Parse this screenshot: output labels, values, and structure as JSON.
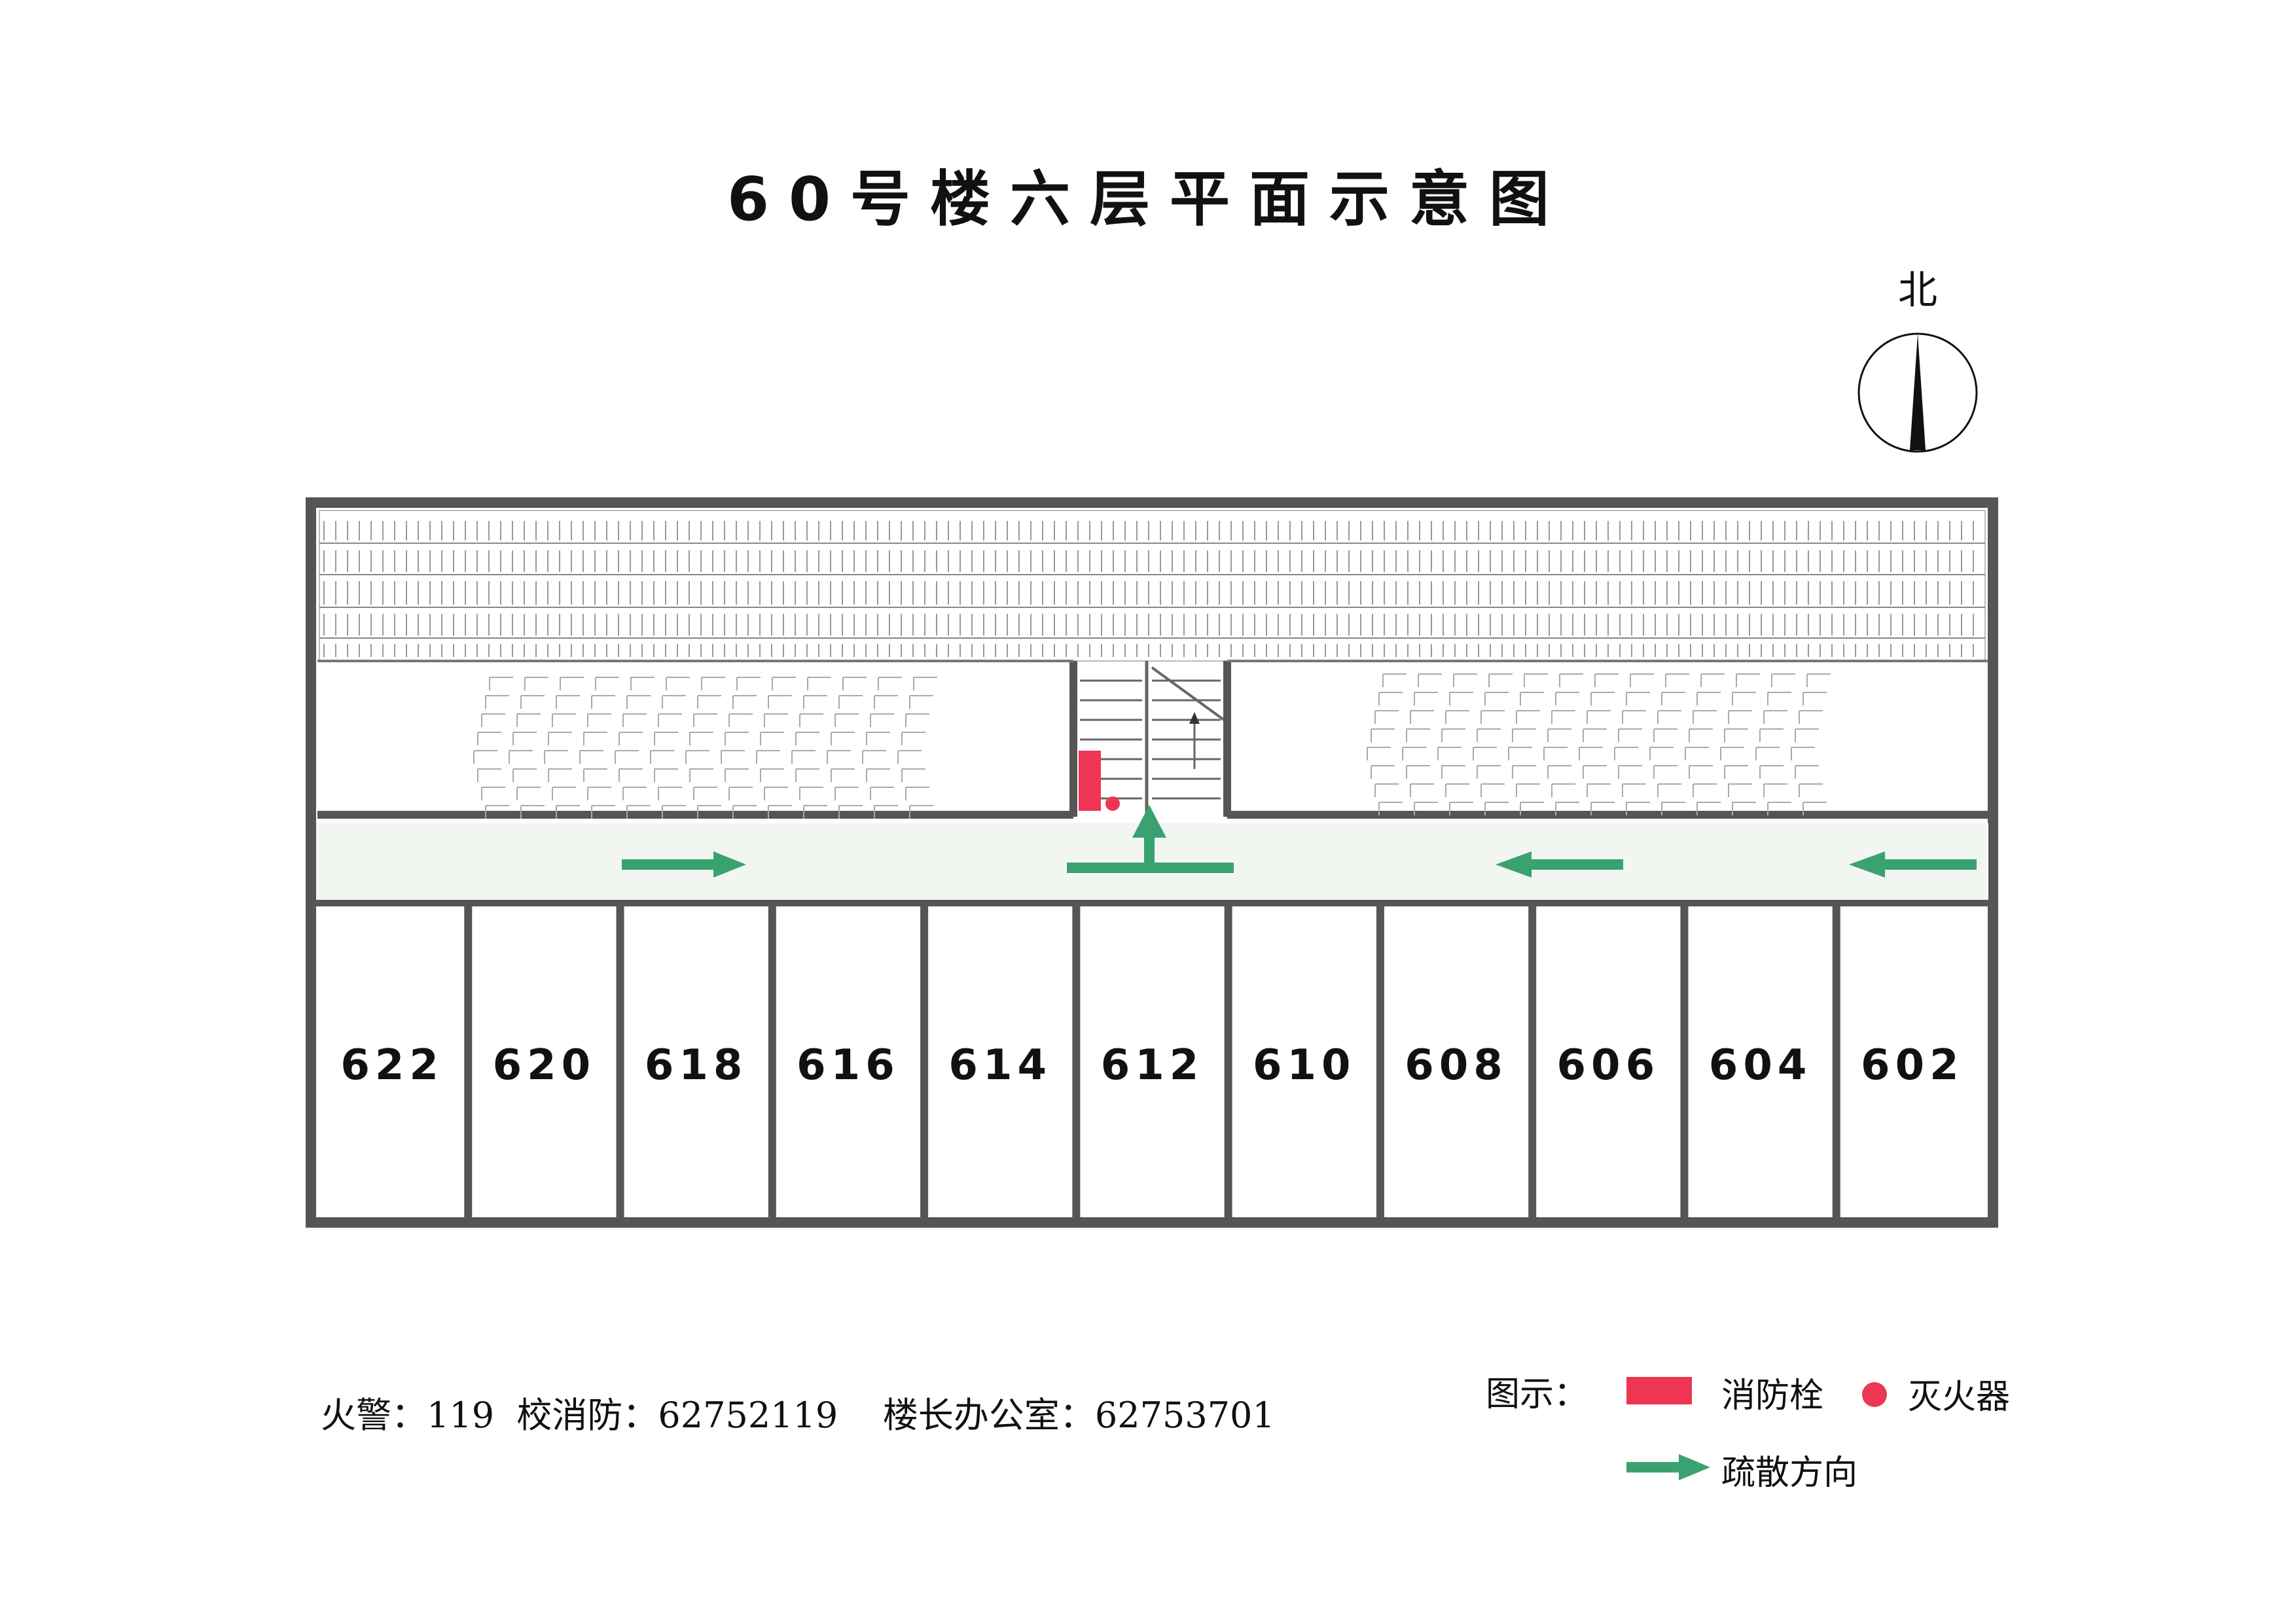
{
  "title": "60号楼六层平面示意图",
  "compass": {
    "label": "北"
  },
  "rooms": [
    "622",
    "620",
    "618",
    "616",
    "614",
    "612",
    "610",
    "608",
    "606",
    "604",
    "602"
  ],
  "contacts": "火警：119  校消防：62752119    楼长办公室：62753701",
  "legend": {
    "title": "图示：",
    "hydrant": "消防栓",
    "extinguisher": "灭火器",
    "evacuation": "疏散方向"
  },
  "colors": {
    "wall": "#555555",
    "hydrant": "#ee3553",
    "arrow": "#3aa271",
    "corridor": "#f2f6f1"
  }
}
